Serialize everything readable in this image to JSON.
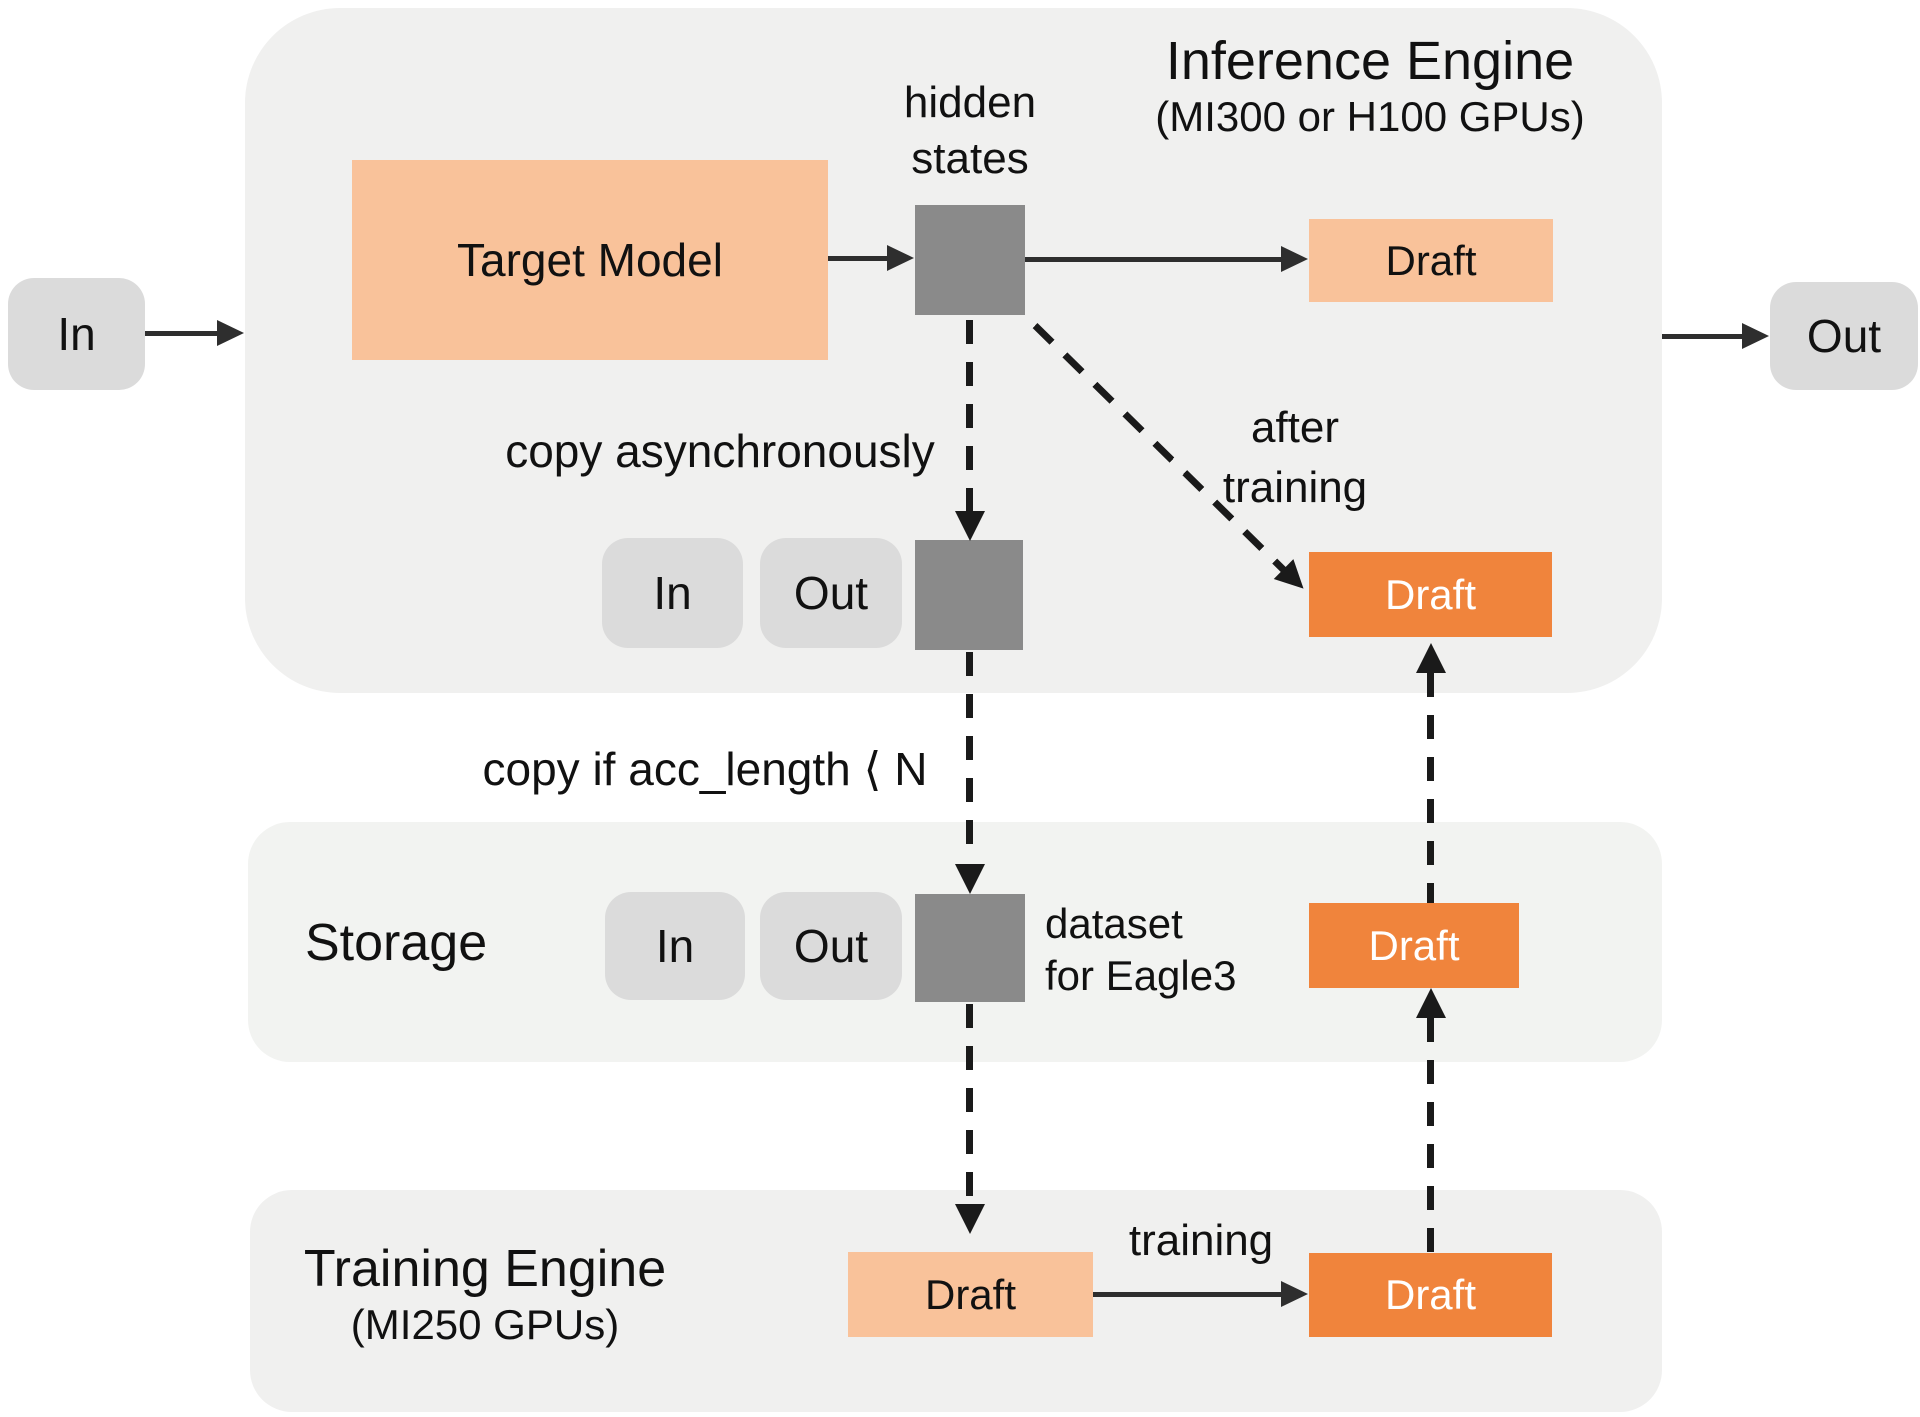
{
  "inference": {
    "title": "Inference Engine",
    "subtitle": "(MI300 or H100 GPUs)",
    "target_model_label": "Target Model",
    "hidden_states": [
      "hidden",
      "states"
    ],
    "draft_initial_label": "Draft",
    "draft_updated_label": "Draft",
    "in_label": "In",
    "out_label": "Out",
    "copy_async_label": "copy asynchronously",
    "after_training": [
      "after",
      "training"
    ]
  },
  "endpoints": {
    "in_label": "In",
    "out_label": "Out"
  },
  "storage": {
    "title": "Storage",
    "in_label": "In",
    "out_label": "Out",
    "dataset_caption": [
      "dataset",
      "for Eagle3"
    ],
    "draft_label": "Draft",
    "copy_condition_label": "copy if acc_length ⟨ N"
  },
  "training": {
    "title": "Training Engine",
    "subtitle": "(MI250 GPUs)",
    "draft_in_label": "Draft",
    "draft_out_label": "Draft",
    "arrow_label": "training"
  },
  "colors": {
    "container_bg": "#F0F0EF",
    "storage_bg": "#F2F3F1",
    "peach": "#F9C29A",
    "orange": "#F0843C",
    "gray_square": "#8A8A8A",
    "io_box_bg": "#DBDBDB",
    "arrow": "#2E2E2E",
    "dashed": "#1A1A1A",
    "text": "#111111"
  }
}
